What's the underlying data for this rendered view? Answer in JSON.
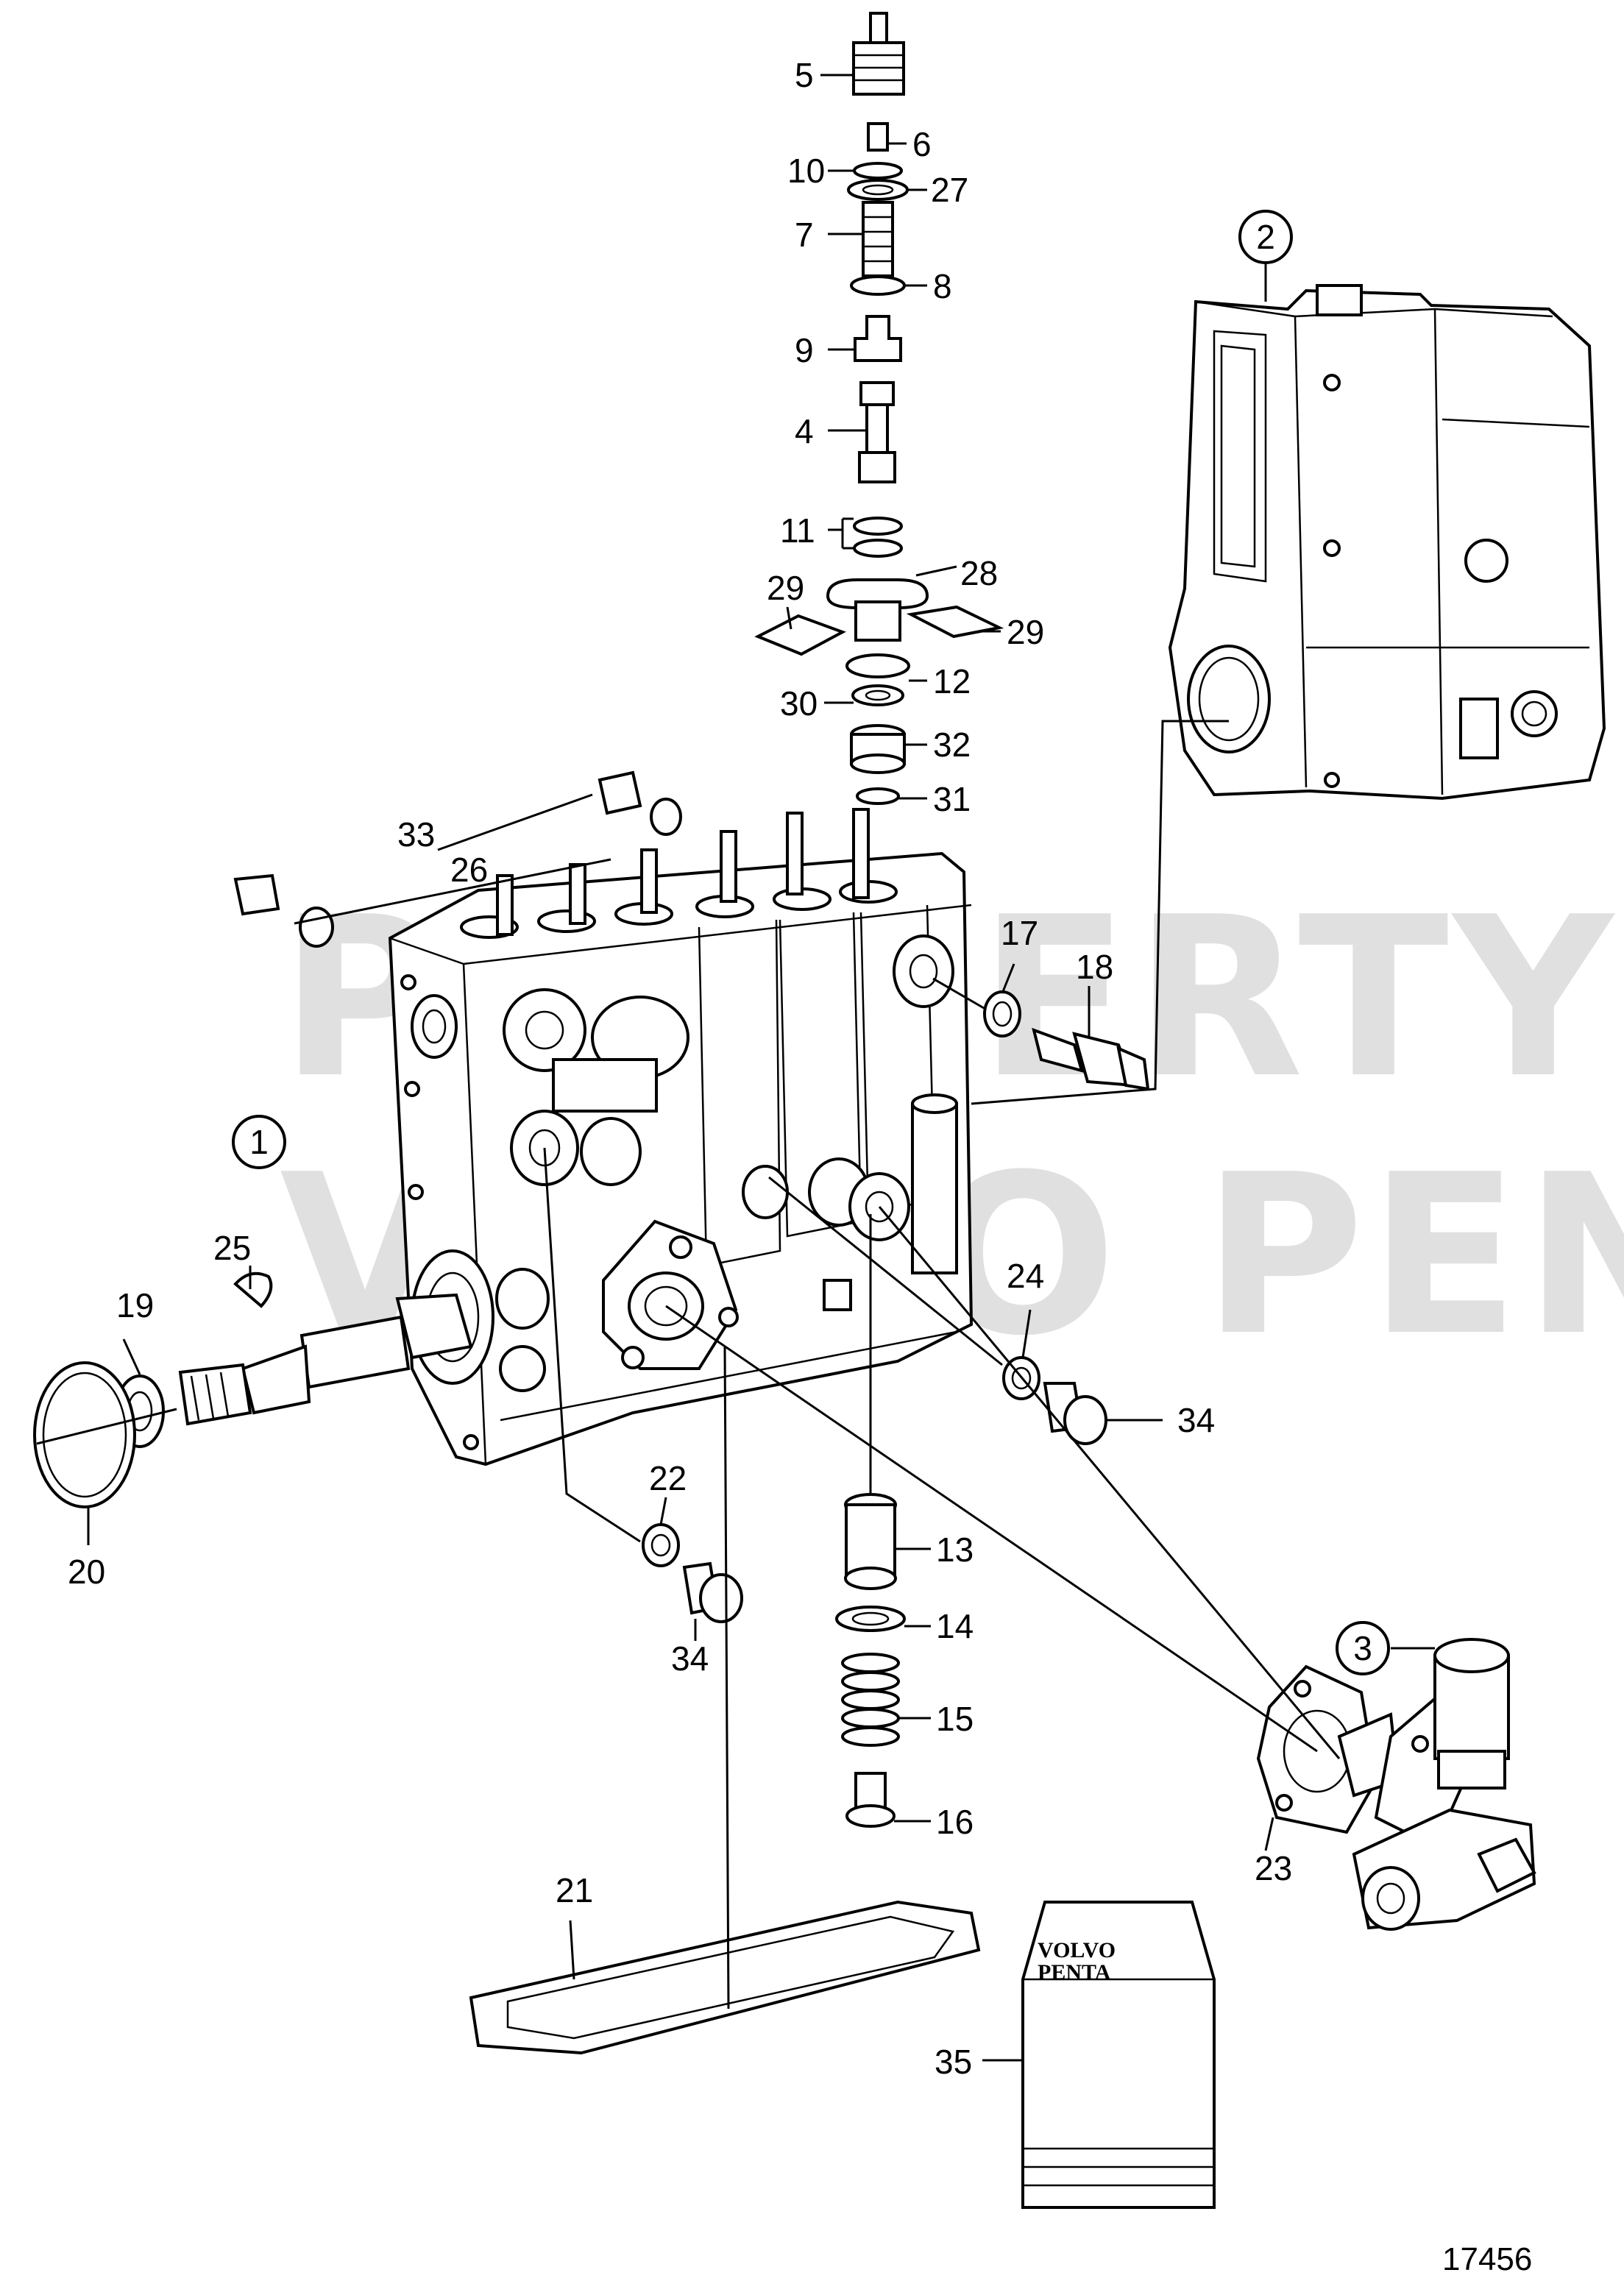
{
  "figure_number": "17456",
  "watermark": {
    "line1": "PROPERTY OF",
    "line2": "VOLVO PENTA"
  },
  "kit_label": {
    "line1": "VOLVO",
    "line2": "PENTA"
  },
  "assemblies": [
    {
      "id": "1",
      "label": "1"
    },
    {
      "id": "2",
      "label": "2"
    },
    {
      "id": "3",
      "label": "3"
    }
  ],
  "callouts": [
    {
      "id": "c5",
      "label": "5"
    },
    {
      "id": "c6",
      "label": "6"
    },
    {
      "id": "c10",
      "label": "10"
    },
    {
      "id": "c27",
      "label": "27"
    },
    {
      "id": "c7",
      "label": "7"
    },
    {
      "id": "c8",
      "label": "8"
    },
    {
      "id": "c9",
      "label": "9"
    },
    {
      "id": "c4",
      "label": "4"
    },
    {
      "id": "c11",
      "label": "11"
    },
    {
      "id": "c28",
      "label": "28"
    },
    {
      "id": "c29a",
      "label": "29"
    },
    {
      "id": "c29b",
      "label": "29"
    },
    {
      "id": "c12",
      "label": "12"
    },
    {
      "id": "c30",
      "label": "30"
    },
    {
      "id": "c32",
      "label": "32"
    },
    {
      "id": "c31",
      "label": "31"
    },
    {
      "id": "c33",
      "label": "33"
    },
    {
      "id": "c26",
      "label": "26"
    },
    {
      "id": "c17",
      "label": "17"
    },
    {
      "id": "c18",
      "label": "18"
    },
    {
      "id": "c25",
      "label": "25"
    },
    {
      "id": "c19",
      "label": "19"
    },
    {
      "id": "c20",
      "label": "20"
    },
    {
      "id": "c24",
      "label": "24"
    },
    {
      "id": "c34a",
      "label": "34"
    },
    {
      "id": "c22",
      "label": "22"
    },
    {
      "id": "c34b",
      "label": "34"
    },
    {
      "id": "c13",
      "label": "13"
    },
    {
      "id": "c14",
      "label": "14"
    },
    {
      "id": "c15",
      "label": "15"
    },
    {
      "id": "c16",
      "label": "16"
    },
    {
      "id": "c23",
      "label": "23"
    },
    {
      "id": "c21",
      "label": "21"
    },
    {
      "id": "c35",
      "label": "35"
    }
  ]
}
